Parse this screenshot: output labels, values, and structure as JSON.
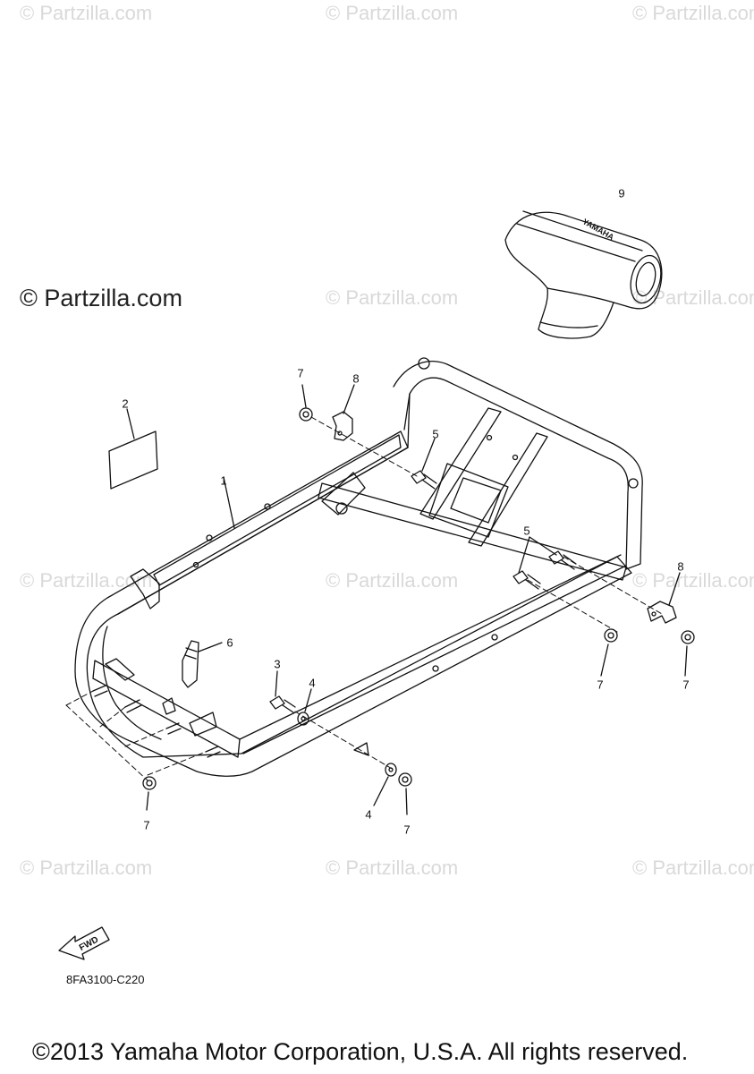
{
  "watermark": "© Partzilla.com",
  "watermark_main": "© Partzilla.com",
  "callouts": {
    "c1": "1",
    "c2": "2",
    "c3": "3",
    "c4a": "4",
    "c4b": "4",
    "c5a": "5",
    "c5b": "5",
    "c6": "6",
    "c7a": "7",
    "c7b": "7",
    "c7c": "7",
    "c7d": "7",
    "c7e": "7",
    "c8a": "8",
    "c8b": "8",
    "c9": "9"
  },
  "fwd_label": "FWD",
  "brand_label": "YAMAHA",
  "part_code": "8FA3100-C220",
  "copyright": "©2013 Yamaha Motor Corporation, U.S.A. All rights reserved."
}
